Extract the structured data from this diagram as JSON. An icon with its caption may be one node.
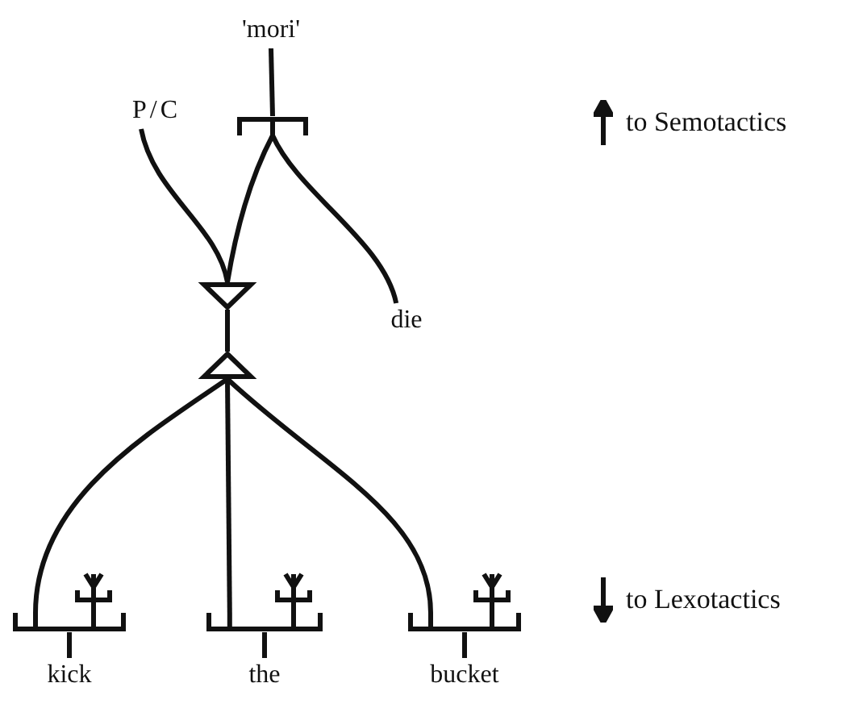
{
  "diagram": {
    "nodes": [
      {
        "text": [
          "'mori'"
        ]
      },
      {
        "text": [],
        "shape": "bar"
      },
      {
        "text": [
          "P/C"
        ]
      },
      {
        "text": [
          "die"
        ]
      },
      {
        "text": [],
        "shape": "triangle"
      },
      {
        "text": [],
        "shape": "triangle"
      },
      {
        "text": [],
        "shape": "bar"
      },
      {
        "text": [],
        "shape": "bar"
      },
      {
        "text": [],
        "shape": "bar"
      },
      {
        "text": [
          "kick"
        ]
      },
      {
        "text": [
          "the"
        ]
      },
      {
        "text": [
          "bucket"
        ]
      }
    ],
    "edges": [
      {
        "from": 1,
        "to": 0,
        "arrow": "none"
      },
      {
        "from": 1,
        "to": 4,
        "arrow": "none"
      },
      {
        "from": 1,
        "to": 3,
        "arrow": "none"
      },
      {
        "from": 2,
        "to": 4,
        "arrow": "none"
      },
      {
        "from": 4,
        "to": 5,
        "arrow": "none"
      },
      {
        "from": 5,
        "to": 6,
        "arrow": "none"
      },
      {
        "from": 5,
        "to": 7,
        "arrow": "none"
      },
      {
        "from": 5,
        "to": 8,
        "arrow": "none"
      },
      {
        "from": 6,
        "to": 9,
        "arrow": "none"
      },
      {
        "from": 7,
        "to": 10,
        "arrow": "none"
      },
      {
        "from": 8,
        "to": 11,
        "arrow": "none"
      }
    ],
    "labels": [
      "to Semotactics",
      "to Lexotactics"
    ]
  }
}
